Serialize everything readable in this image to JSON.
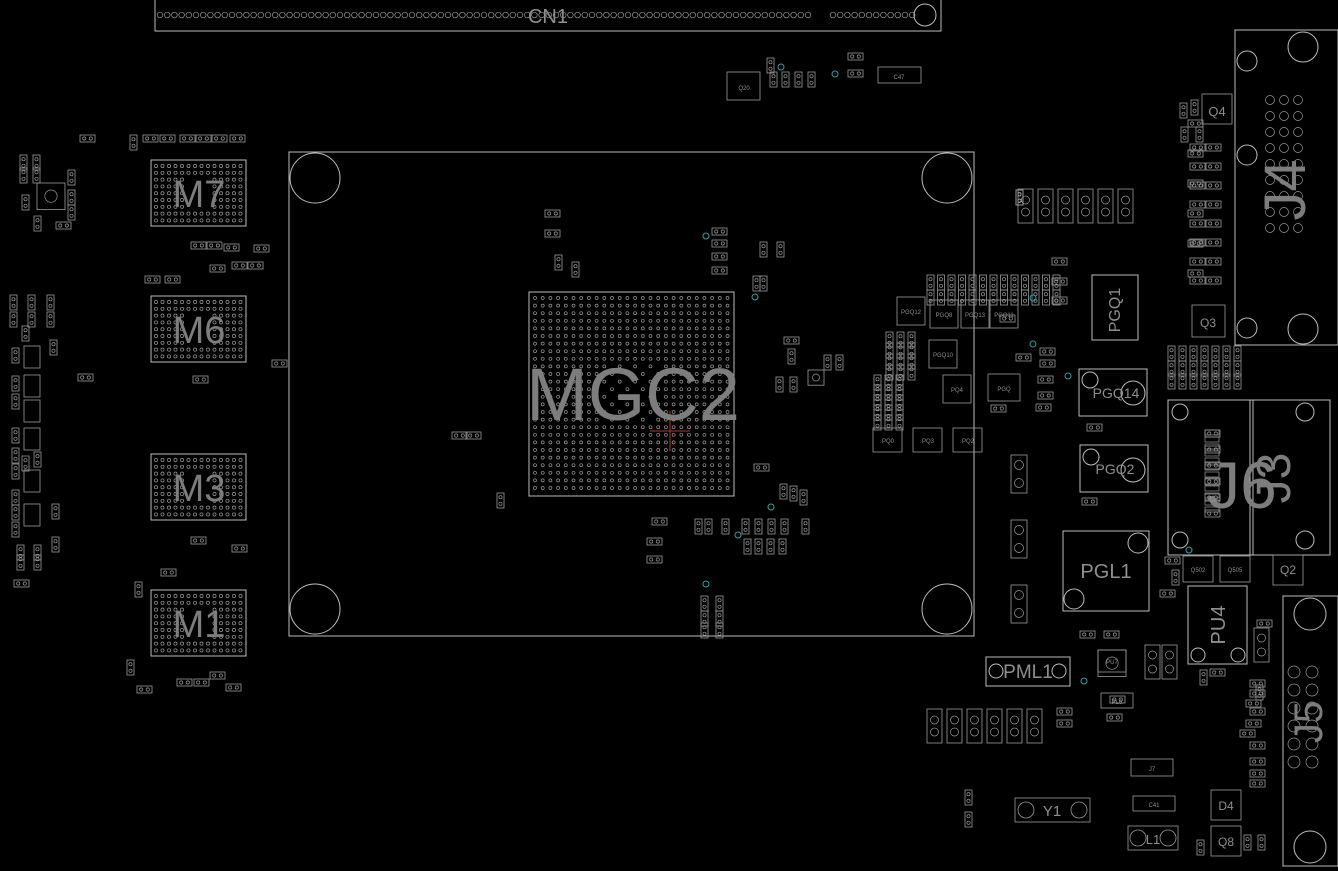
{
  "board": {
    "connector_top": "CN1",
    "main_chip": "MGC2",
    "memory": [
      "M7",
      "M6",
      "M3",
      "M1"
    ],
    "right_connectors": [
      "J4",
      "J3",
      "J6",
      "J5"
    ],
    "power": [
      "PGQ1",
      "PGQ14",
      "PGQ2",
      "PGL1",
      "PU4",
      "PML1"
    ],
    "small_parts": [
      "Q20",
      "C47",
      "Q4",
      "Q3",
      "Q2",
      "Q502",
      "Q505",
      "Y1",
      "D4",
      "Q8",
      "L1",
      "J7",
      "C41"
    ],
    "tiny_labels": [
      "PGQ12",
      "PGQ8",
      "PGQ13",
      "PGQ11",
      "PGQ10",
      "PQ4",
      "PQ0",
      "PQ3",
      "PQ2",
      "PGQ",
      "PU7",
      "PL6"
    ]
  },
  "colors": {
    "background": "#000000",
    "outline": "#bdbdbd",
    "label": "#7d7d7d",
    "via": "#2aa3a3"
  }
}
